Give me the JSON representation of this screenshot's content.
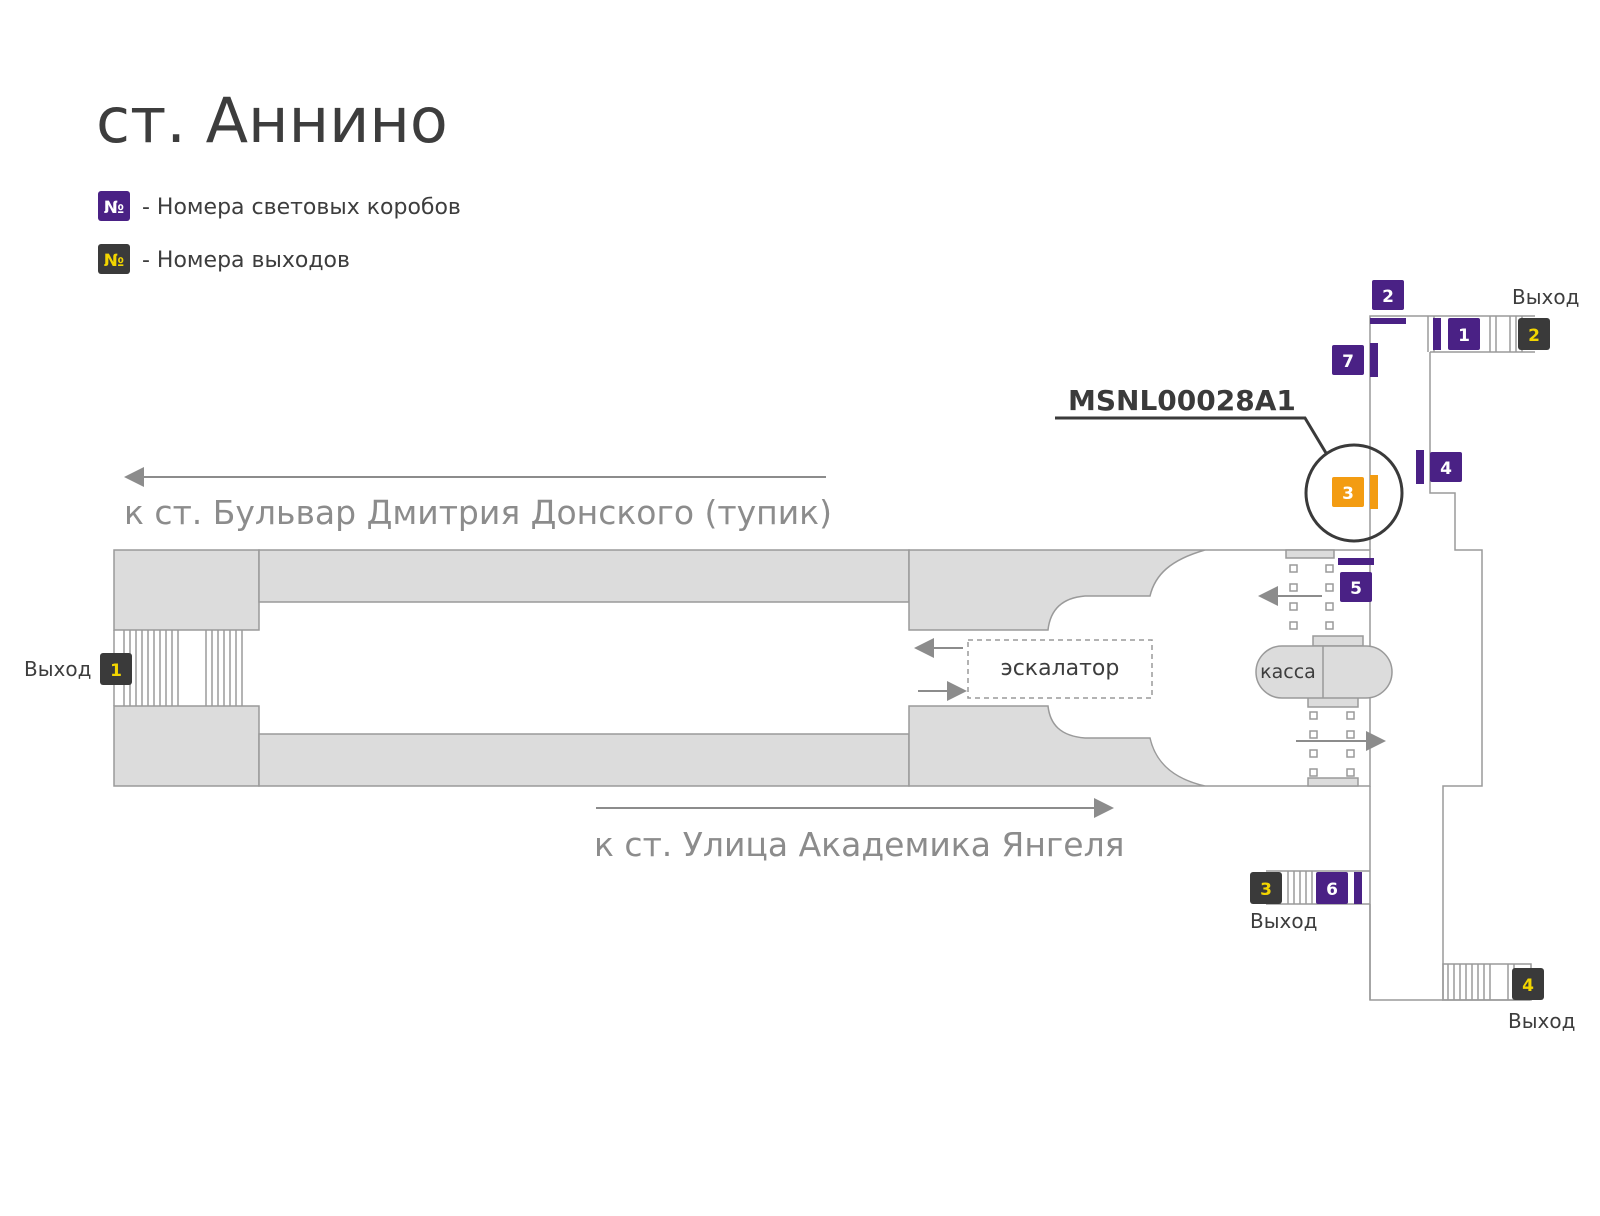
{
  "title": "ст. Аннино",
  "legend": {
    "symbol": "№",
    "lightbox_label": "- Номера световых коробов",
    "exit_label": "- Номера выходов"
  },
  "highlight_code": "MSNL00028A1",
  "directions": {
    "north": "к ст. Бульвар Дмитрия Донского (тупик)",
    "south": "к ст. Улица Академика Янгеля"
  },
  "labels": {
    "escalator": "эскалатор",
    "cashier": "касса",
    "exit_word": "Выход"
  },
  "lightboxes": {
    "b1": "1",
    "b2": "2",
    "b3": "3",
    "b4": "4",
    "b5": "5",
    "b6": "6",
    "b7": "7"
  },
  "exits": {
    "e1": "1",
    "e2": "2",
    "e3": "3",
    "e4": "4"
  },
  "colors": {
    "lightbox": "#4a2185",
    "exit_box": "#3a3a3a",
    "exit_number": "#f2d500",
    "highlight": "#f39c12",
    "platform_fill": "#dcdcdc",
    "outline": "#9a9a9a",
    "title_text": "#3d3d3d",
    "direction_text": "#8c8c8c"
  }
}
